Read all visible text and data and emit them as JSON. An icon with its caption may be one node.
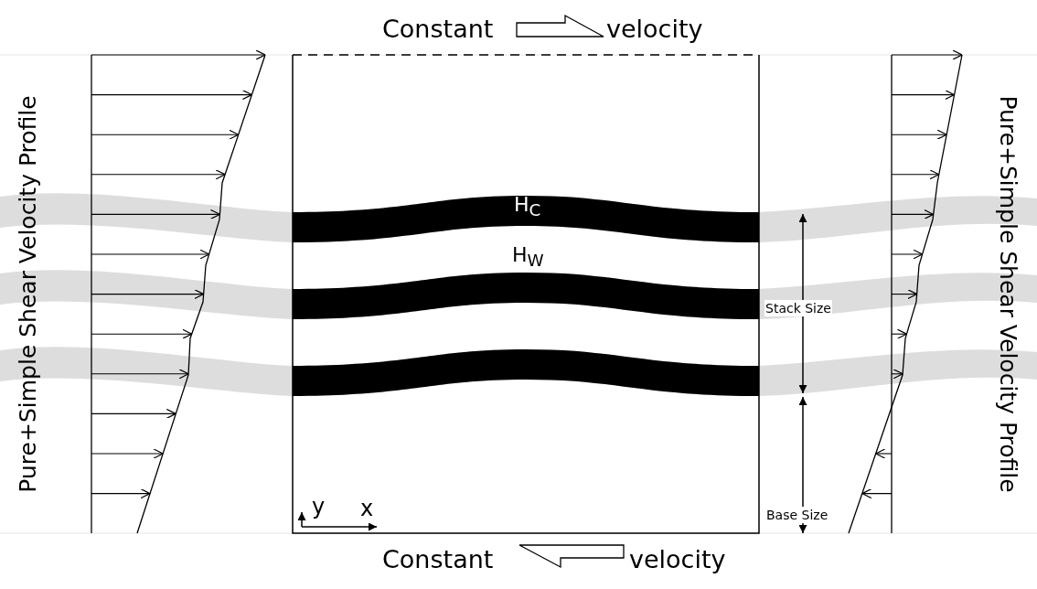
{
  "diagram": {
    "labels": [
      "Constant",
      "velocity",
      "Pure+Simple Shear Velocity Profile",
      "Pure+Simple Shear Velocity Profile",
      "H$_{C}$",
      "H$_{W}$",
      "Stack Size",
      "y",
      "x",
      "Base Size",
      "Constant",
      "velocity"
    ]
  }
}
